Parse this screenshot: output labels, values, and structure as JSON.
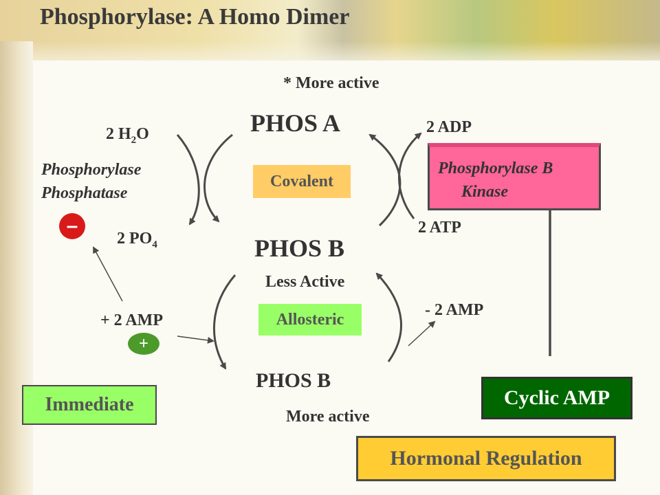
{
  "title": "Phosphorylase:  A Homo Dimer",
  "labels": {
    "more_active_star": "* More active",
    "phos_a": "PHOS A",
    "phos_b_top": "PHOS B",
    "phos_b_bottom": "PHOS B",
    "less_active": "Less Active",
    "more_active": "More active",
    "h2o_prefix": "2 H",
    "h2o_sub": "2",
    "h2o_suffix": "O",
    "po4_prefix": "2 PO",
    "po4_sub": "4",
    "adp": "2 ADP",
    "atp": "2 ATP",
    "plus_amp": "+ 2 AMP",
    "minus_amp": "- 2 AMP",
    "phosphatase_line1": "Phosphorylase",
    "phosphatase_line2": "Phosphatase",
    "kinase_line1": "Phosphorylase B",
    "kinase_line2": "Kinase",
    "inhibit_symbol": "–",
    "activate_symbol": "+"
  },
  "boxes": {
    "covalent": "Covalent",
    "allosteric": "Allosteric",
    "immediate": "Immediate",
    "cyclic_amp": "Cyclic AMP",
    "hormonal": "Hormonal  Regulation"
  },
  "colors": {
    "covalent_bg": "#ffcc66",
    "allosteric_bg": "#99ff66",
    "immediate_bg": "#99ff66",
    "cyclic_bg": "#006600",
    "hormonal_bg": "#ffcc33",
    "kinase_bg": "#ff6699",
    "inhibit": "#d91a1a",
    "activate": "#4c9a2a",
    "arrow": "#4a4a4a"
  }
}
